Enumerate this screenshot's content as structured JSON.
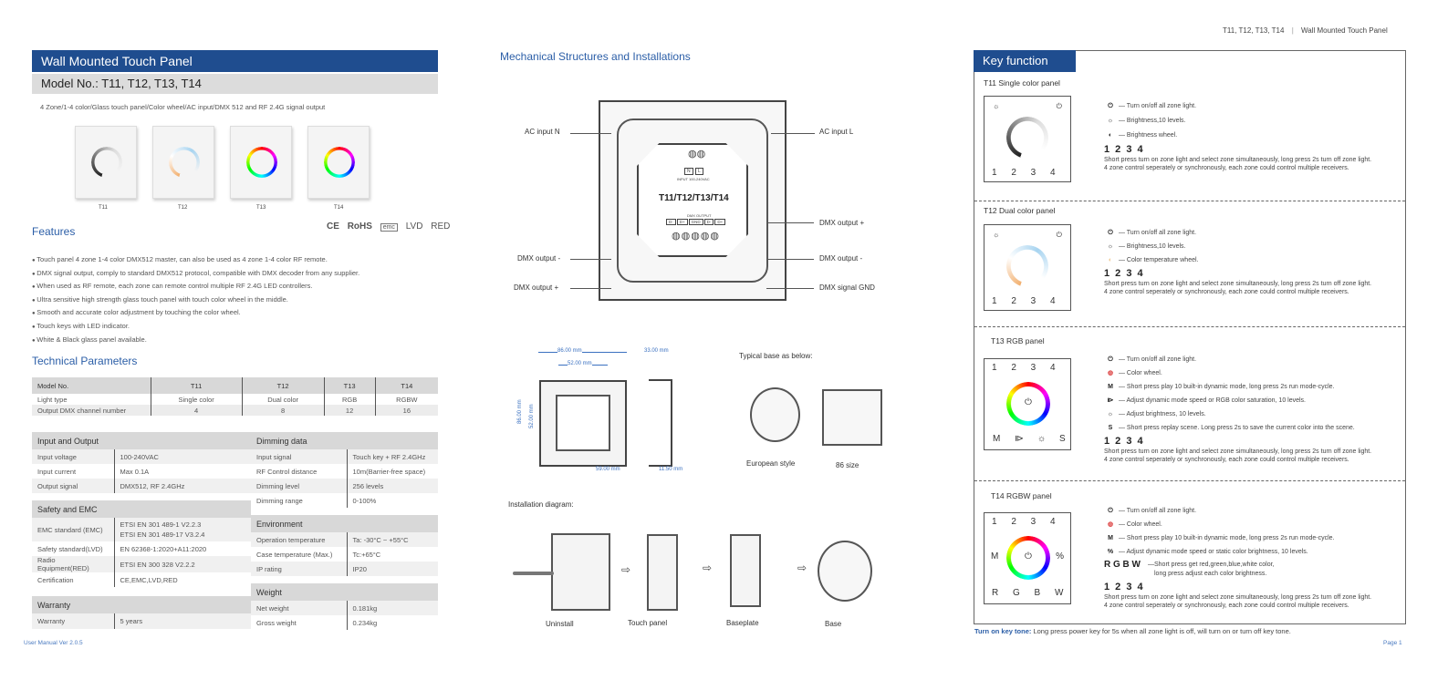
{
  "header": {
    "models": "T11, T12, T13, T14",
    "title": "Wall Mounted Touch Panel"
  },
  "left": {
    "banner": "Wall Mounted Touch Panel",
    "model_line": "Model No.: T11, T12, T13, T14",
    "subtitle": "4 Zone/1-4 color/Glass touch panel/Color wheel/AC input/DMX 512 and RF 2.4G signal output",
    "products": [
      "T11",
      "T12",
      "T13",
      "T14"
    ],
    "features_title": "Features",
    "certs": [
      "CE",
      "RoHS",
      "emc",
      "LVD",
      "RED"
    ],
    "features": [
      "Touch panel 4 zone 1-4 color DMX512 master, can also be used as 4 zone 1-4 color RF remote.",
      "DMX signal output, comply to standard DMX512 protocol, compatible with DMX decoder from any supplier.",
      "When used as RF remote, each zone can remote control multiple RF 2.4G LED controllers.",
      "Ultra sensitive high strength glass touch panel with touch color wheel in the middle.",
      "Smooth and accurate color adjustment by touching the color wheel.",
      "Touch keys with LED indicator.",
      "White & Black glass panel available."
    ],
    "tech_title": "Technical Parameters",
    "model_table": {
      "headers": [
        "Model No.",
        "T11",
        "T12",
        "T13",
        "T14"
      ],
      "rows": [
        [
          "Light type",
          "Single color",
          "Dual color",
          "RGB",
          "RGBW"
        ],
        [
          "Output DMX channel number",
          "4",
          "8",
          "12",
          "16"
        ]
      ]
    },
    "io": {
      "title": "Input and Output",
      "rows": [
        [
          "Input voltage",
          "100-240VAC"
        ],
        [
          "Input current",
          "Max 0.1A"
        ],
        [
          "Output signal",
          "DMX512, RF 2.4GHz"
        ]
      ]
    },
    "safety": {
      "title": "Safety and EMC",
      "rows": [
        [
          "EMC standard (EMC)",
          "ETSI EN 301 489-1 V2.2.3\nETSI EN 301 489-17 V3.2.4"
        ],
        [
          "Safety standard(LVD)",
          "EN 62368-1:2020+A11:2020"
        ],
        [
          "Radio Equipment(RED)",
          "ETSI EN 300 328 V2.2.2"
        ],
        [
          "Certification",
          "CE,EMC,LVD,RED"
        ]
      ]
    },
    "warranty": {
      "title": "Warranty",
      "rows": [
        [
          "Warranty",
          "5 years"
        ]
      ]
    },
    "dimming": {
      "title": "Dimming data",
      "rows": [
        [
          "Input signal",
          "Touch key + RF 2.4GHz"
        ],
        [
          "RF Control distance",
          "10m(Barrier-free space)"
        ],
        [
          "Dimming level",
          "256 levels"
        ],
        [
          "Dimming range",
          "0-100%"
        ]
      ]
    },
    "environment": {
      "title": "Environment",
      "rows": [
        [
          "Operation temperature",
          "Ta: -30°C ~ +55°C"
        ],
        [
          "Case temperature (Max.)",
          "Tc:+65°C"
        ],
        [
          "IP rating",
          "IP20"
        ]
      ]
    },
    "weight": {
      "title": "Weight",
      "rows": [
        [
          "Net weight",
          "0.181kg"
        ],
        [
          "Gross weight",
          "0.234kg"
        ]
      ]
    },
    "footer": "User Manual Ver 2.0.5"
  },
  "middle": {
    "title": "Mechanical Structures and Installations",
    "callouts": {
      "ac_n": "AC input N",
      "ac_l": "AC input  L",
      "dmx_out_plus_r": "DMX output +",
      "dmx_out_minus_r": "DMX output -",
      "dmx_gnd": "DMX signal GND",
      "dmx_out_minus_l": "DMX output -",
      "dmx_out_plus_l": "DMX output +"
    },
    "module_label": "T11/T12/T13/T14",
    "input_label": "INPUT 100-240VAC",
    "terminals_in": [
      "N",
      "L"
    ],
    "dmx_label": "DMX OUTPUT",
    "terminals_out": [
      "D-",
      "D+",
      "GND",
      "D-",
      "D+"
    ],
    "dims": {
      "w": "86.00 mm",
      "inner": "52.00 mm",
      "h": "86.00 mm",
      "inner_h": "52.00 mm",
      "diag": "59.00 mm",
      "depth": "33.00 mm",
      "thick": "11.50 mm"
    },
    "typical_base": "Typical base as below:",
    "bases": [
      "European style",
      "86 size"
    ],
    "install_title": "Installation diagram:",
    "install_steps": [
      "Uninstall",
      "Touch panel",
      "Baseplate",
      "Base"
    ]
  },
  "right": {
    "tab": "Key function",
    "sections": [
      {
        "title": "T11   Single color panel",
        "keys": [
          "Turn on/off all zone light.",
          "Brightness,10 levels.",
          "Brightness wheel."
        ],
        "zones": "1 2 3 4",
        "note": "Short press turn on zone light and select zone simultaneously, long press 2s turn off zone light.\n4 zone control seperately or synchronously, each zone could control multiple receivers."
      },
      {
        "title": "T12   Dual color panel",
        "keys": [
          "Turn on/off all zone light.",
          "Brightness,10 levels.",
          "Color temperature wheel."
        ],
        "zones": "1 2 3 4",
        "note": "Short press turn on zone light and select zone simultaneously, long press 2s turn off zone light.\n4 zone control seperately or synchronously, each zone could control multiple receivers."
      },
      {
        "title": "T13   RGB panel",
        "keys": [
          "Turn on/off all zone light.",
          "Color wheel.",
          "Short press play 10 built-in dynamic mode, long press 2s run mode-cycle.",
          "Adjust dynamic mode speed or RGB color saturation, 10 levels.",
          "Adjust brightness, 10 levels.",
          "Short press replay scene. Long press 2s to save the current color into the scene."
        ],
        "zones": "1 2 3 4",
        "note": "Short press turn on zone light and select zone simultaneously, long press 2s turn off zone light.\n4 zone control seperately or synchronously, each zone could control multiple receivers."
      },
      {
        "title": "T14   RGBW panel",
        "keys": [
          "Turn on/off all zone light.",
          "Color wheel.",
          "Short press play 10 built-in dynamic mode, long press 2s run mode-cycle.",
          "Adjust dynamic mode speed or static color brightness, 10 levels.",
          "Short press get red,green,blue,white color,\nlong press adjust each color brightness."
        ],
        "zones": "1 2 3 4",
        "note": "Short press turn on zone light and select zone simultaneously, long press 2s turn off zone light.\n4 zone control seperately or synchronously, each zone could control multiple receivers."
      }
    ],
    "key_tone_label": "Turn on key tone:",
    "key_tone": "Long press power key for 5s when all zone light is off, will turn on or turn off key tone.",
    "page": "Page 1",
    "icons": {
      "power": "⏻",
      "brightness": "☼",
      "m": "M",
      "speed": "⧐",
      "s": "S",
      "pct": "%",
      "rgbw": "R G B W"
    }
  }
}
